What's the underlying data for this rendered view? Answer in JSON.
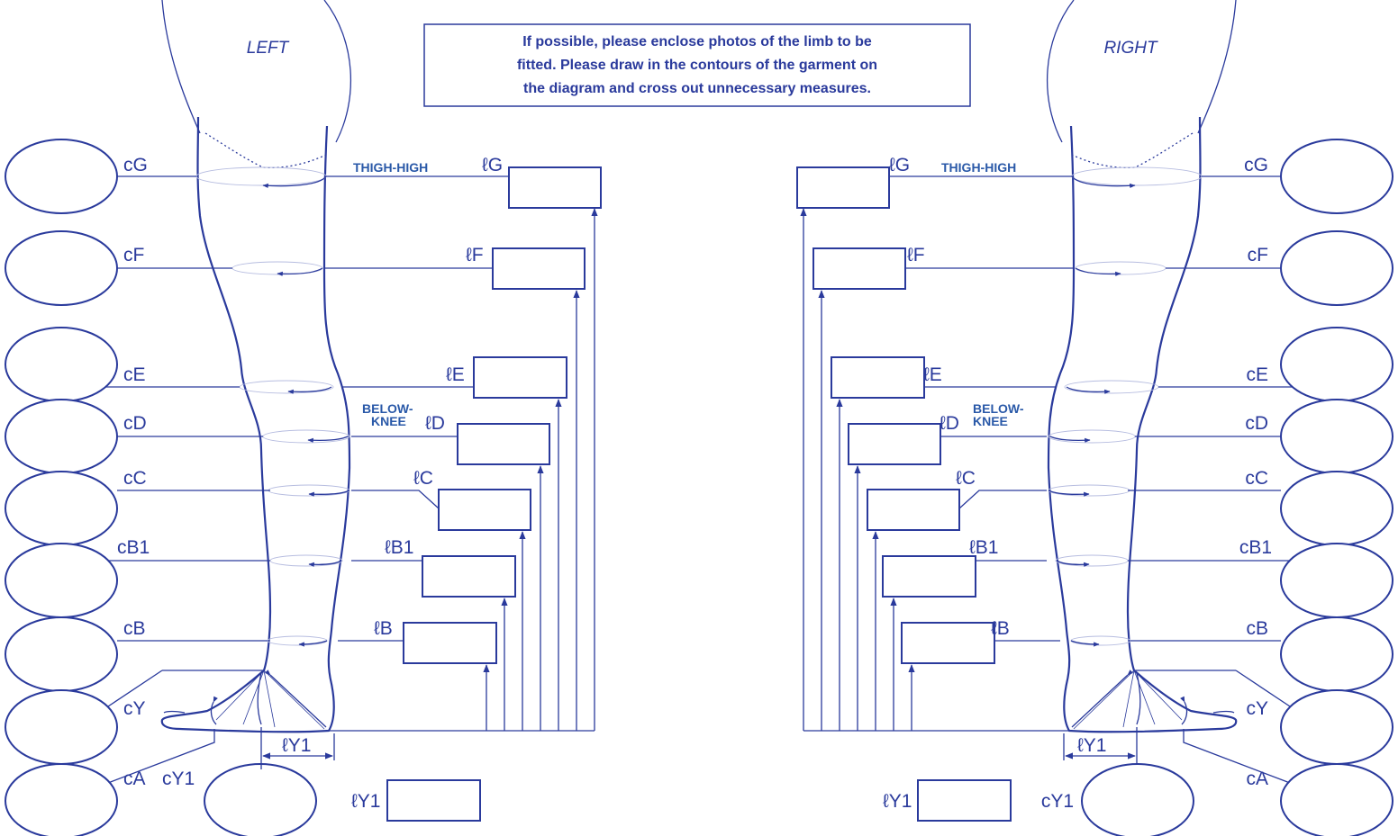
{
  "sides": {
    "left": "LEFT",
    "right": "RIGHT"
  },
  "notice": {
    "line1": "If possible, please enclose photos of the limb to be",
    "line2": "fitted. Please draw in the contours of the garment on",
    "line3": "the diagram and cross out unnecessary measures."
  },
  "labels": {
    "thigh_high": "THIGH-HIGH",
    "below_knee_1": "BELOW-",
    "below_knee_2": "KNEE"
  },
  "circumference_labels": [
    "cG",
    "cF",
    "cE",
    "cD",
    "cC",
    "cB1",
    "cB",
    "cY",
    "cA",
    "cY1"
  ],
  "length_labels": [
    "ℓG",
    "ℓF",
    "ℓE",
    "ℓD",
    "ℓC",
    "ℓB1",
    "ℓB",
    "ℓY1"
  ]
}
